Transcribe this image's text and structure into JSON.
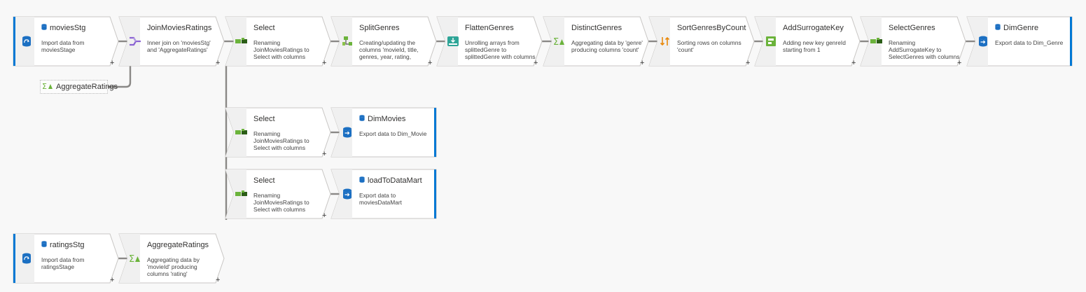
{
  "colors": {
    "canvas": "#f8f8f8",
    "node_border": "#c8c6c4",
    "icon_strip": "#f0f0f0",
    "connector": "#8a8886",
    "accent_blue": "#0078d4",
    "source_icon": "#1b6fc2",
    "transform_green": "#6bb33b",
    "teal_flatten": "#2ea597",
    "join_purple": "#8a63d2",
    "sort_orange": "#e8890c"
  },
  "streams": {
    "main": [
      {
        "id": "moviesStg",
        "title": "moviesStg",
        "desc": "Import data from moviesStage",
        "icon": "source-icon",
        "kind": "source"
      },
      {
        "id": "JoinMoviesRatings",
        "title": "JoinMoviesRatings",
        "desc": "Inner join on 'moviesStg' and 'AggregateRatings'",
        "icon": "join-icon",
        "kind": "transform"
      },
      {
        "id": "Select1",
        "title": "Select",
        "desc": "Renaming JoinMoviesRatings to Select with columns 'movieId, title, genres'",
        "icon": "select-icon",
        "kind": "transform"
      },
      {
        "id": "SplitGenres",
        "title": "SplitGenres",
        "desc": "Creating/updating the columns 'movieId, title, genres, year, rating, splittedGenre'",
        "icon": "derived-column-icon",
        "kind": "transform"
      },
      {
        "id": "FlattenGenres",
        "title": "FlattenGenres",
        "desc": "Unrolling arrays from splittedGenre to splittedGenre with columns 'genre'",
        "icon": "flatten-icon",
        "kind": "transform"
      },
      {
        "id": "DistinctGenres",
        "title": "DistinctGenres",
        "desc": "Aggregating data by 'genre' producing columns 'count'",
        "icon": "aggregate-icon",
        "kind": "transform"
      },
      {
        "id": "SortGenresByCount",
        "title": "SortGenresByCount",
        "desc": "Sorting rows on columns 'count'",
        "icon": "sort-icon",
        "kind": "transform"
      },
      {
        "id": "AddSurrogateKey",
        "title": "AddSurrogateKey",
        "desc": "Adding new key genreId starting from 1",
        "icon": "surrogate-key-icon",
        "kind": "transform"
      },
      {
        "id": "SelectGenres",
        "title": "SelectGenres",
        "desc": "Renaming AddSurrogateKey to SelectGenres with columns 'genreId, genre'",
        "icon": "select-icon",
        "kind": "transform"
      },
      {
        "id": "DimGenre",
        "title": "DimGenre",
        "desc": "Export data to Dim_Genre",
        "icon": "sink-icon",
        "kind": "sink"
      }
    ],
    "branch1": [
      {
        "id": "Select2",
        "title": "Select",
        "desc": "Renaming JoinMoviesRatings to Select with columns 'movieId, title'",
        "icon": "select-icon",
        "kind": "transform"
      },
      {
        "id": "DimMovies",
        "title": "DimMovies",
        "desc": "Export data to Dim_Movie",
        "icon": "sink-icon",
        "kind": "sink"
      }
    ],
    "branch2": [
      {
        "id": "Select3",
        "title": "Select",
        "desc": "Renaming JoinMoviesRatings to Select with columns 'movieId, title'",
        "icon": "select-icon",
        "kind": "transform"
      },
      {
        "id": "loadToDataMart",
        "title": "loadToDataMart",
        "desc": "Export data to moviesDataMart",
        "icon": "sink-icon",
        "kind": "sink"
      }
    ],
    "ratings": [
      {
        "id": "ratingsStg",
        "title": "ratingsStg",
        "desc": "Import data from ratingsStage",
        "icon": "source-icon",
        "kind": "source"
      },
      {
        "id": "AggregateRatings",
        "title": "AggregateRatings",
        "desc": "Aggregating data by 'movieId' producing columns 'rating'",
        "icon": "aggregate-icon",
        "kind": "transform"
      }
    ]
  },
  "reference": {
    "label": "AggregateRatings",
    "icon": "aggregate-icon"
  },
  "add_label": "+"
}
